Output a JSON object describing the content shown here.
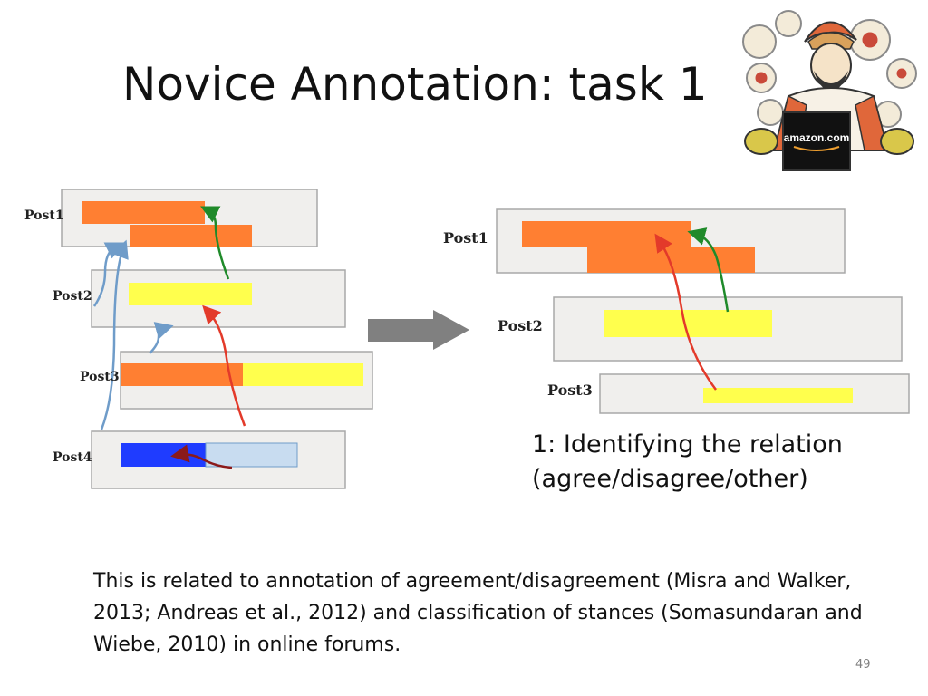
{
  "slide": {
    "title": "Novice Annotation: task 1",
    "page_number": "49"
  },
  "diagram_left": {
    "posts": [
      "Post1",
      "Post2",
      "Post3",
      "Post4"
    ]
  },
  "diagram_right": {
    "posts": [
      "Post1",
      "Post2",
      "Post3"
    ]
  },
  "caption": {
    "line1": "1: Identifying the relation",
    "line2": "(agree/disagree/other)"
  },
  "note": "This is related to annotation of agreement/disagreement (Misra and Walker, 2013; Andreas et al., 2012) and classification of stances (Somasundaran and Wiebe, 2010) in online forums.",
  "logo": {
    "text": "amazon.com"
  },
  "colors": {
    "orange": "#ff7f32",
    "yellow": "#ffff4d",
    "blue": "#1f3cff",
    "light_blue": "#c8dcf0",
    "panel": "#f0efed",
    "arrow_green": "#1f8a2a",
    "arrow_red": "#e33a2a",
    "arrow_dark_red": "#8b1a1a",
    "arrow_blue": "#6f9cc9",
    "big_arrow": "#808080"
  }
}
